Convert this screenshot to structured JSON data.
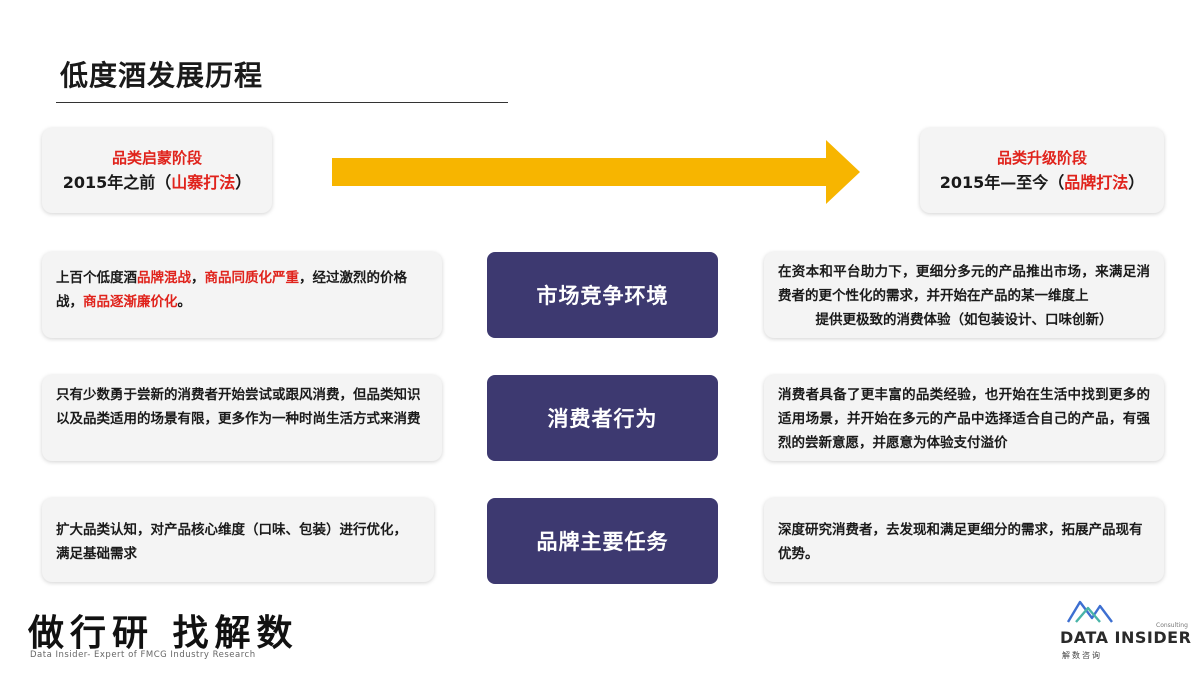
{
  "title": "低度酒发展历程",
  "stages": {
    "left": {
      "name": "品类启蒙阶段",
      "period_prefix": "2015年之前（",
      "period_highlight": "山寨打法",
      "period_suffix": "）"
    },
    "right": {
      "name": "品类升级阶段",
      "period_prefix": "2015年—至今（",
      "period_highlight": "品牌打法",
      "period_suffix": "）"
    }
  },
  "themes": [
    "市场竞争环境",
    "消费者行为",
    "品牌主要任务"
  ],
  "rows": {
    "market": {
      "left": {
        "p1": "上百个低度酒",
        "h1": "品牌混战",
        "p2": "，",
        "h2": "商品同质化严重",
        "p3": "，经过激烈的价格战，",
        "h3": "商品逐渐廉价化",
        "p4": "。"
      },
      "right": {
        "main": "在资本和平台助力下，更细分多元的产品推出市场，来满足消费者的更个性化的需求，并开始在产品的某一维度上",
        "last": "提供更极致的消费体验（如包装设计、口味创新）"
      }
    },
    "consumer": {
      "left": "只有少数勇于尝新的消费者开始尝试或跟风消费，但品类知识以及品类适用的场景有限，更多作为一种时尚生活方式来消费",
      "right": "消费者具备了更丰富的品类经验，也开始在生活中找到更多的适用场景，并开始在多元的产品中选择适合自己的产品，有强烈的尝新意愿，并愿意为体验支付溢价"
    },
    "brand": {
      "left": "扩大品类认知，对产品核心维度（口味、包装）进行优化，满足基础需求",
      "right": "深度研究消费者，去发现和满足更细分的需求，拓展产品现有优势。"
    }
  },
  "footer": {
    "slogan": "做行研 找解数",
    "sub": "Data Insider- Expert of FMCG Industry Research",
    "logo_name": "DATA INSIDER",
    "logo_consulting": "Consulting",
    "logo_cn": "解数咨询"
  },
  "colors": {
    "arrow": "#f7b500",
    "theme_box": "#3d3970",
    "highlight": "#e0231c",
    "logo_mark": "#3d6fd1"
  }
}
